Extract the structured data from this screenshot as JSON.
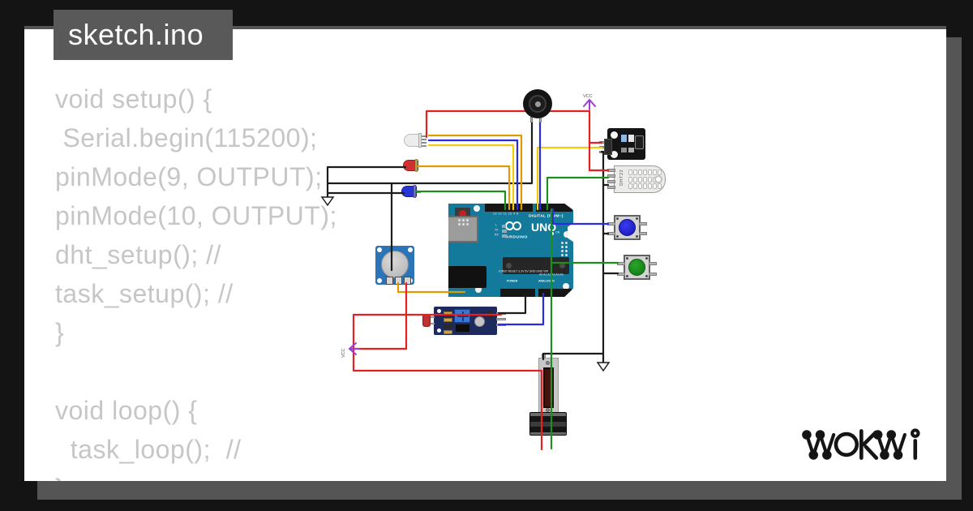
{
  "window": {
    "title": "sketch.ino"
  },
  "code": {
    "lines": [
      "void setup() {",
      " Serial.begin(115200);",
      "pinMode(9, OUTPUT);",
      "pinMode(10, OUTPUT);",
      "dht_setup(); //",
      "task_setup(); //",
      "}",
      "",
      "void loop() {",
      "  task_loop();  //",
      "}"
    ]
  },
  "logo": {
    "text": "WOKWI"
  },
  "theme": {
    "frame": "#141414",
    "card": "#ffffff",
    "shadow": "#555555",
    "title_bg": "#595959",
    "code_color": "#c6c6c6",
    "board_teal": "#137a9c"
  },
  "circuit": {
    "components": [
      "buzzer",
      "rgb-led",
      "red-led",
      "blue-led",
      "rotary-potentiometer",
      "photoresistor-sensor-module",
      "arduino-uno",
      "analog-sensor-module",
      "dht22-sensor",
      "blue-pushbutton",
      "green-pushbutton",
      "slide-potentiometer",
      "ground-symbol",
      "vcc-symbol"
    ],
    "vcc_label": "VCC",
    "dht_label": "DHT22",
    "board_labels": {
      "pin_numbers": "13 12 11 10 9 8",
      "digital": "DIGITAL (PWM~)",
      "uno": "UNO",
      "brand": "ARDUINO",
      "l": "L",
      "tx": "TX",
      "rx": "RX",
      "on": "ON",
      "power": "POWER",
      "analog": "ANALOG IN",
      "power_pins": "IOREF RESET 3.3V 5V GND GND VIN",
      "analog_pins": "A0 A1 A2 A3 A4 A5"
    },
    "wire_colors": {
      "red": "#e42020",
      "black": "#1c1c1c",
      "blue": "#2b2be0",
      "green": "#1e8f1e",
      "yellow": "#f2cc0c",
      "gold": "#e09b00",
      "vcc_purple": "#9a3fd4"
    }
  }
}
